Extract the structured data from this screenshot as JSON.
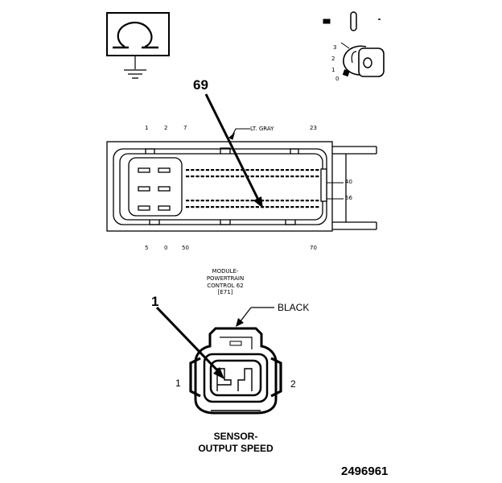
{
  "ground_symbol": {
    "icon": "ground-resistance-icon"
  },
  "ignition_switch": {
    "icon": "ignition-key-icon",
    "positions": [
      "3",
      "2",
      "1",
      "0"
    ]
  },
  "pcm_connector": {
    "callout": "69",
    "wire_color": "LT. GRAY",
    "top_pins": [
      "1",
      "2",
      "7",
      "23"
    ],
    "bottom_pins": [
      "5",
      "0",
      "50",
      "70"
    ],
    "side_pins": [
      "40",
      "56"
    ],
    "module_label": [
      "MODULE-",
      "POWERTRAIN",
      "CONTROL 62",
      "[E71]"
    ]
  },
  "sensor_connector": {
    "callout": "1",
    "wire_color": "BLACK",
    "left_pin": "1",
    "right_pin": "2",
    "title_line1": "SENSOR-",
    "title_line2": "OUTPUT SPEED"
  },
  "figure_number": "2496961",
  "colors": {
    "line": "#000000",
    "background": "#ffffff"
  }
}
